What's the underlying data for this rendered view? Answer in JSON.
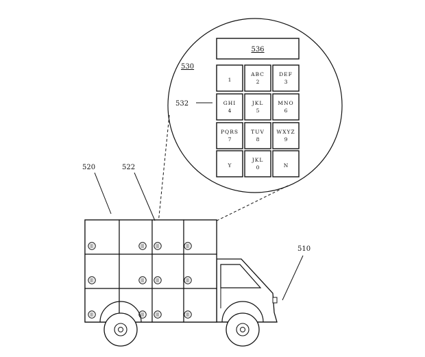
{
  "labels": {
    "truck": "510",
    "cabinet": "520",
    "locker": "522",
    "callout": "530",
    "keypad": "532",
    "display": "536"
  },
  "keypad": {
    "keys": [
      {
        "letters": "",
        "digit": "1"
      },
      {
        "letters": "ABC",
        "digit": "2"
      },
      {
        "letters": "DEF",
        "digit": "3"
      },
      {
        "letters": "GHI",
        "digit": "4"
      },
      {
        "letters": "JKL",
        "digit": "5"
      },
      {
        "letters": "MNO",
        "digit": "6"
      },
      {
        "letters": "PQRS",
        "digit": "7"
      },
      {
        "letters": "TUV",
        "digit": "8"
      },
      {
        "letters": "WXYZ",
        "digit": "9"
      },
      {
        "letters": "",
        "digit": "Y"
      },
      {
        "letters": "JKL",
        "digit": "0"
      },
      {
        "letters": "",
        "digit": "N"
      }
    ]
  }
}
